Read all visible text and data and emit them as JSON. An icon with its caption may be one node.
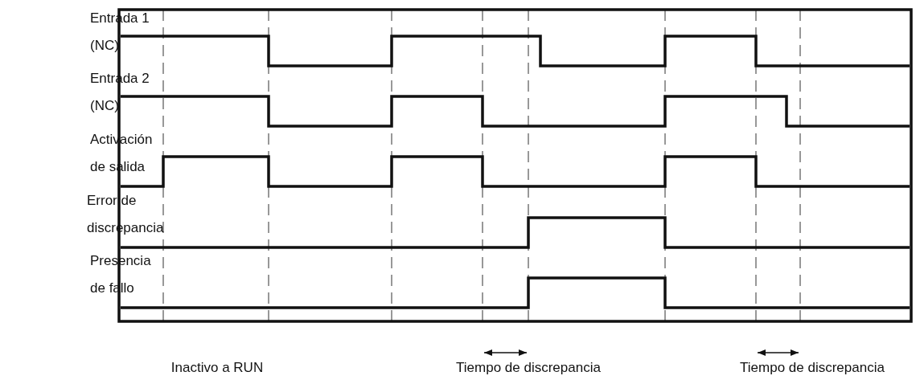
{
  "diagram": {
    "labels": [
      "Entrada 1 (NC)",
      "Entrada 2 (NC)",
      "Activación de salida",
      "Error de discrepancia",
      "Presencia de fallo",
      "Inactivo a RUN",
      "Tiempo de discrepancia",
      "Tiempo de discrepancia"
    ]
  }
}
